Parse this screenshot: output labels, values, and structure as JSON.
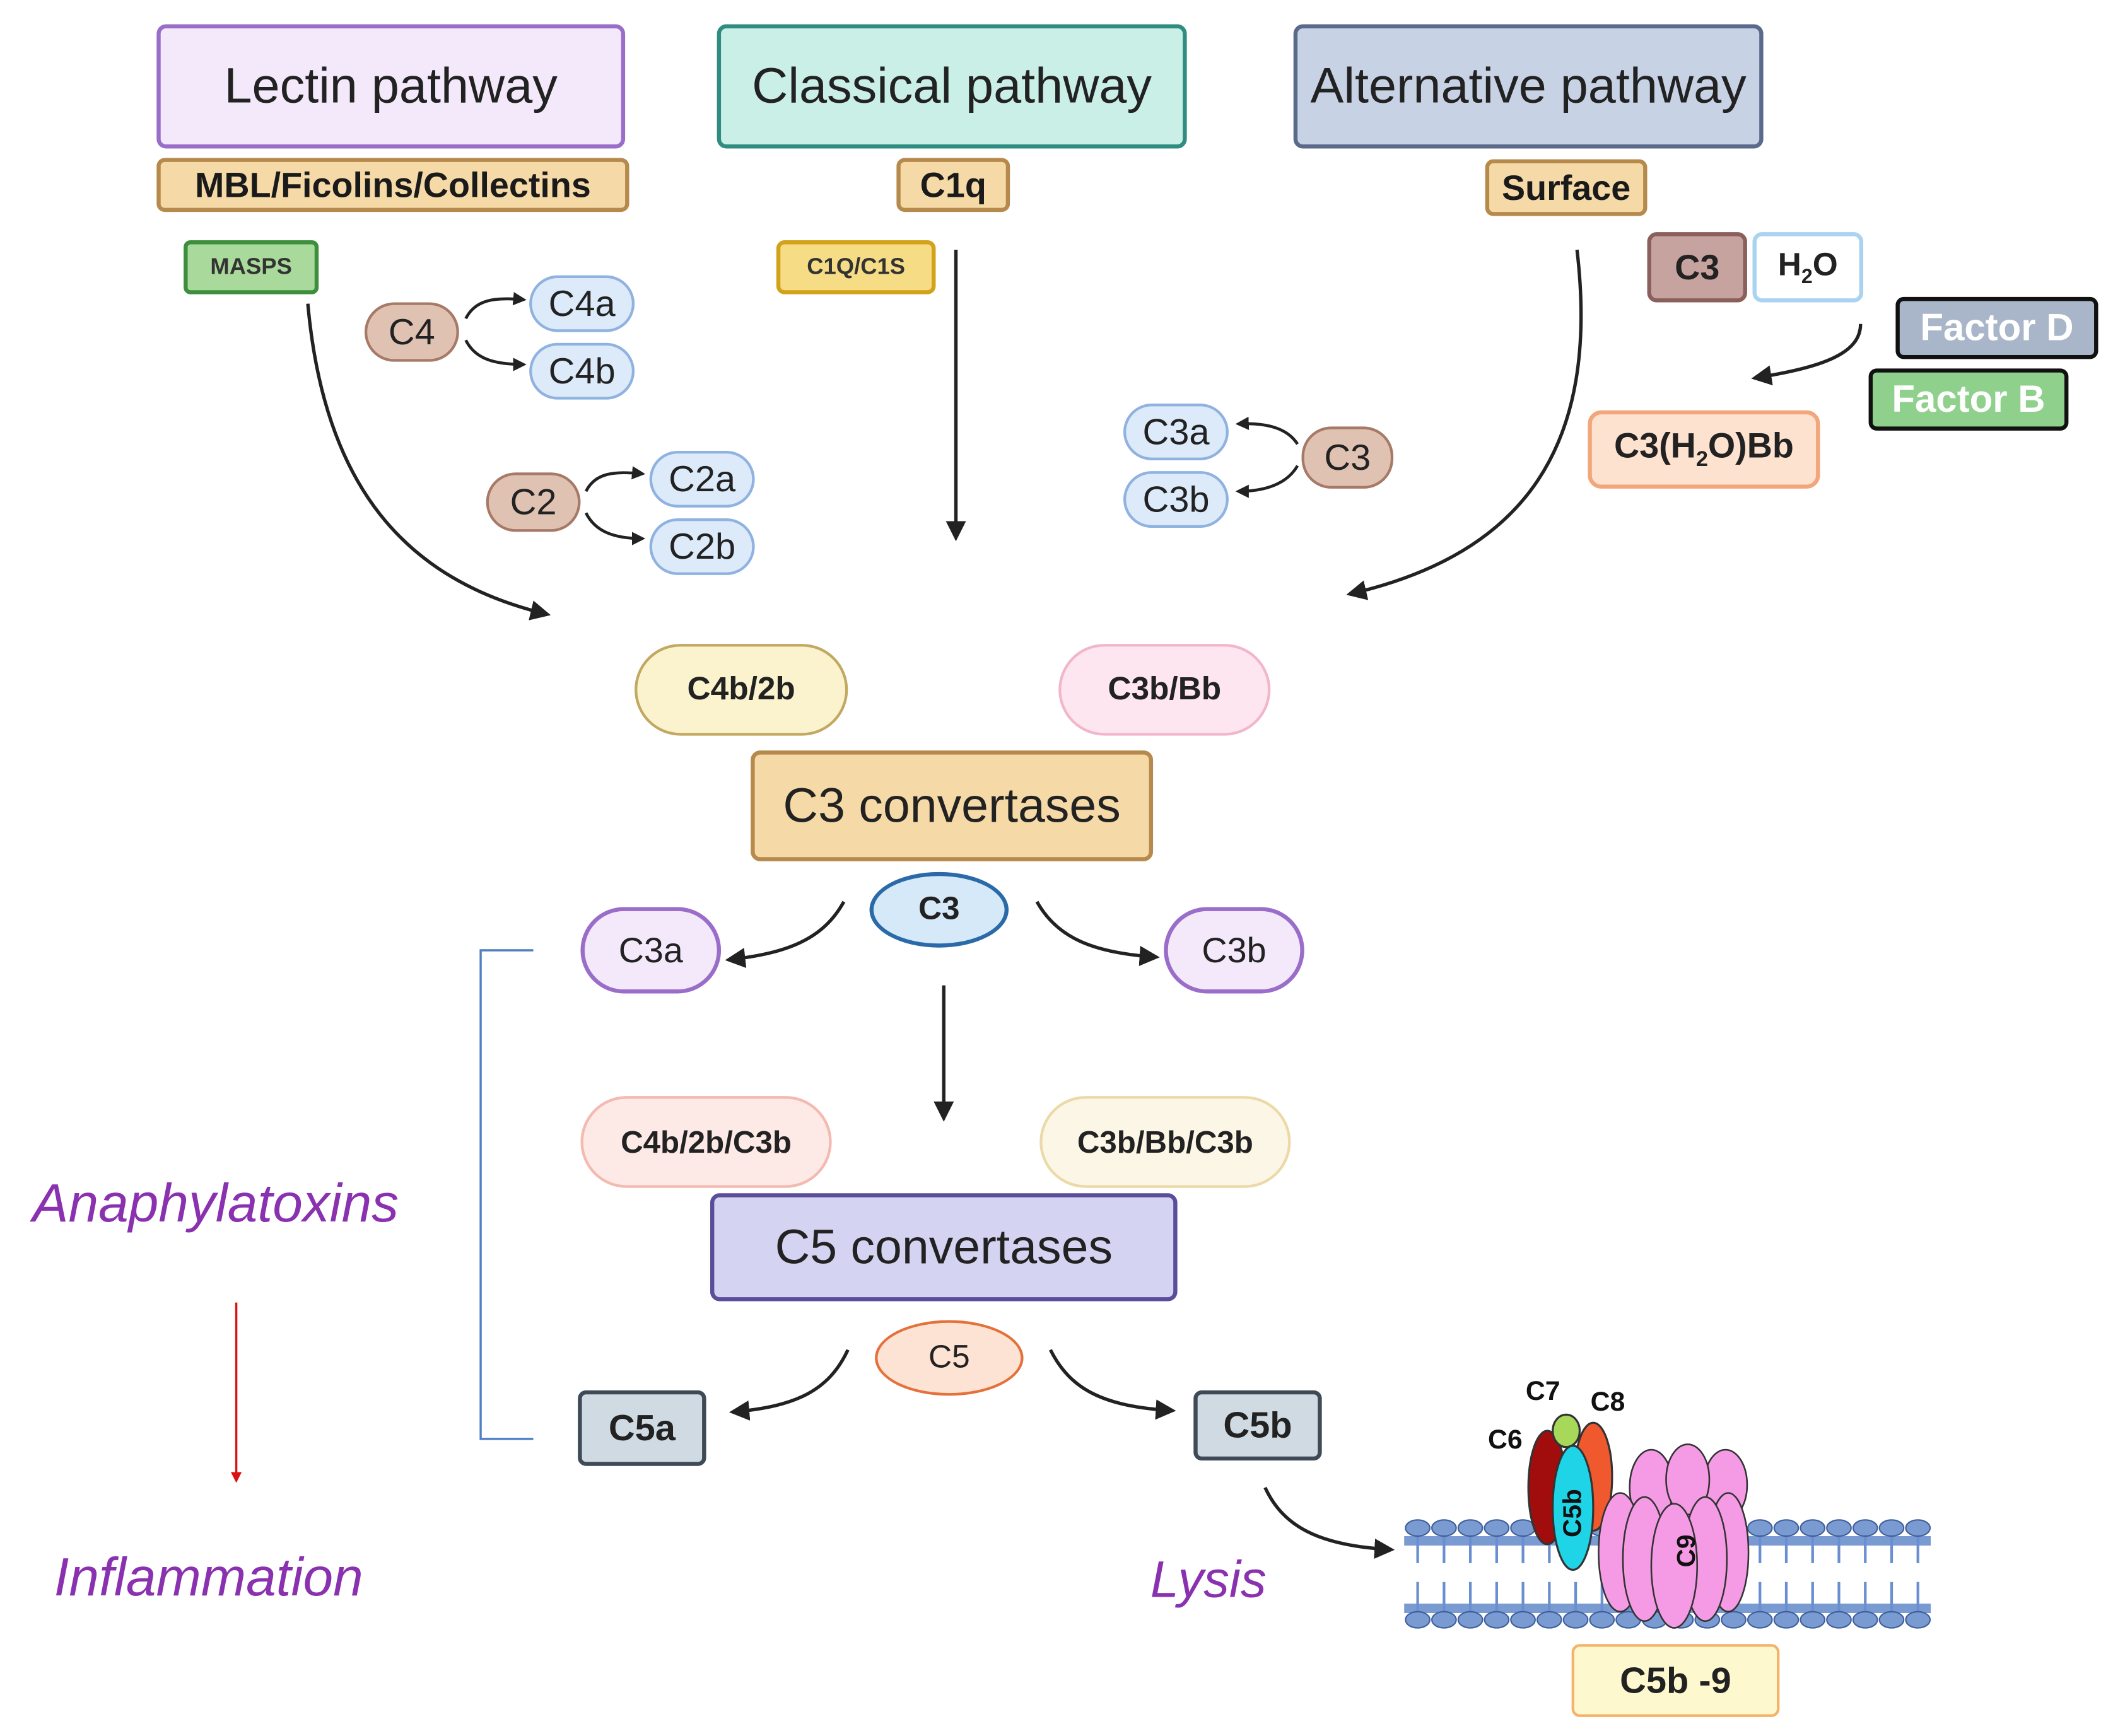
{
  "pathways": {
    "lectin": "Lectin pathway",
    "classical": "Classical pathway",
    "alternative": "Alternative pathway"
  },
  "initiators": {
    "lectin": "MBL/Ficolins/Collectins",
    "classical": "C1q",
    "alternative": "Surface"
  },
  "proteases": {
    "masps": "MASPS",
    "c1q_c1s": "C1Q/C1S"
  },
  "lectin_cleavage": {
    "c4": "C4",
    "c4a": "C4a",
    "c4b": "C4b",
    "c2": "C2",
    "c2a": "C2a",
    "c2b": "C2b"
  },
  "alt_cleavage": {
    "c3": "C3",
    "c3a": "C3a",
    "c3b": "C3b"
  },
  "tickover": {
    "c3": "C3",
    "h2o_pre": "H",
    "h2o_sub": "2",
    "h2o_post": "O",
    "factor_d": "Factor D",
    "factor_b": "Factor B",
    "c3h2obb_pre": "C3(H",
    "c3h2obb_sub": "2",
    "c3h2obb_post": "O)Bb"
  },
  "c3_convertases": {
    "left": "C4b/2b",
    "right": "C3b/Bb",
    "label": "C3 convertases",
    "substrate": "C3",
    "product_a": "C3a",
    "product_b": "C3b"
  },
  "c5_convertases": {
    "left": "C4b/2b/C3b",
    "right": "C3b/Bb/C3b",
    "label": "C5 convertases",
    "substrate": "C5",
    "product_a": "C5a",
    "product_b": "C5b"
  },
  "outcomes": {
    "anaphylatoxins": "Anaphylatoxins",
    "inflammation": "Inflammation",
    "lysis": "Lysis"
  },
  "mac": {
    "c6": "C6",
    "c7": "C7",
    "c8": "C8",
    "c5b": "C5b",
    "c9": "C9",
    "complex": "C5b -9"
  },
  "colors": {
    "lectin": "#f3e9fb",
    "classical": "#c9efe6",
    "alternative": "#c8d2e5",
    "tan": "#f5d9a6",
    "purple_text": "#8a31b0",
    "red_arrow": "#dd1111"
  }
}
